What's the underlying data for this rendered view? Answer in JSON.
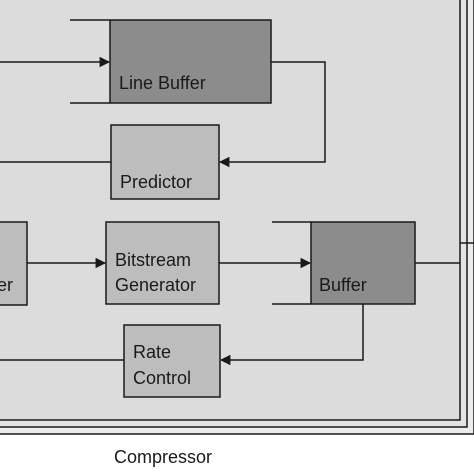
{
  "diagram": {
    "caption": "Compressor",
    "blocks": {
      "line_buffer": {
        "label_lines": [
          "Line Buffer"
        ]
      },
      "predictor": {
        "label_lines": [
          "Predictor"
        ]
      },
      "partial_left": {
        "label_lines": [
          "er"
        ]
      },
      "bitstream_generator": {
        "label_lines": [
          "Bitstream",
          "Generator"
        ]
      },
      "buffer": {
        "label_lines": [
          "Buffer"
        ]
      },
      "rate_control": {
        "label_lines": [
          "Rate",
          "Control"
        ]
      }
    },
    "colors": {
      "panel": "#dcdcdc",
      "dark_block": "#8c8c8c",
      "light_block": "#bdbdbd",
      "line": "#1a1a1a"
    }
  }
}
